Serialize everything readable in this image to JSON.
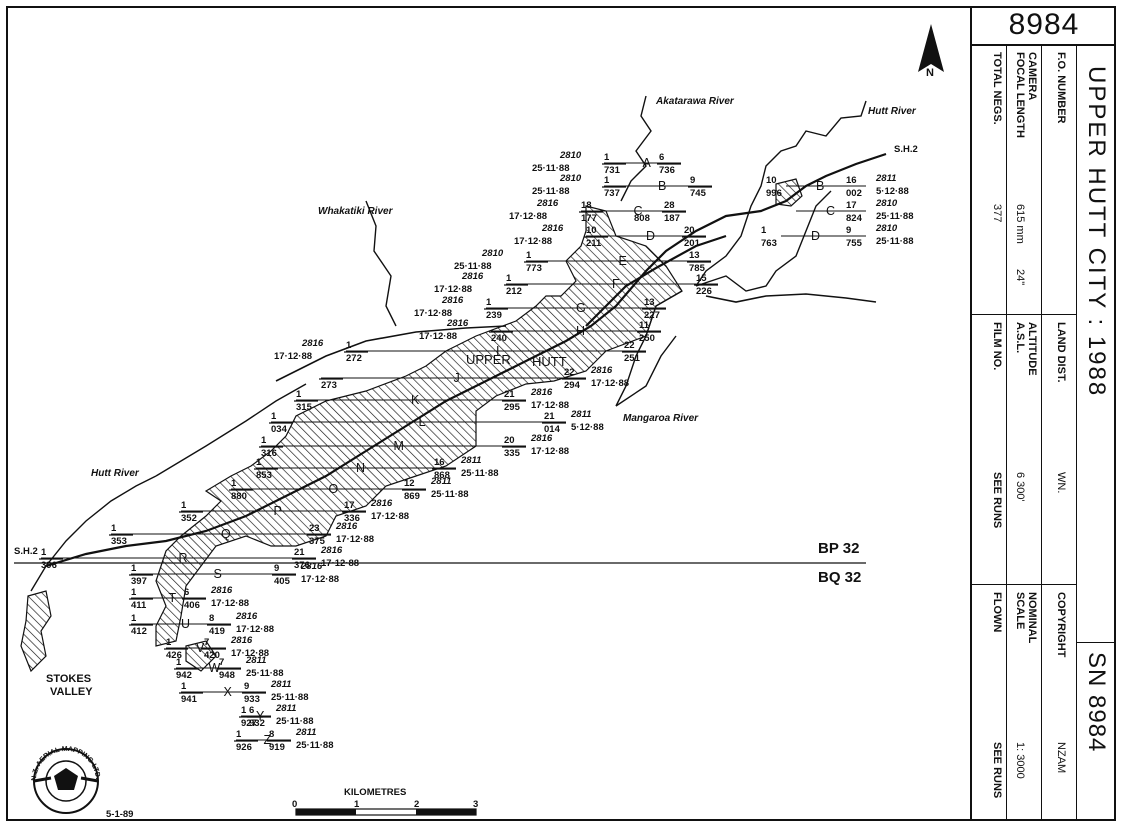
{
  "map": {
    "rivers": {
      "akatarawa": "Akatarawa River",
      "hutt_ne": "Hutt River",
      "whakatiki": "Whakatiki River",
      "mangaroa": "Mangaroa River",
      "hutt_sw": "Hutt River"
    },
    "roads": {
      "sh2_east": "S.H.2",
      "sh2_west": "S.H.2"
    },
    "places": {
      "upper": "UPPER",
      "hutt": "HUTT",
      "stokes1": "STOKES",
      "stokes2": "VALLEY"
    },
    "north": "N",
    "lines": {
      "bp": "BP 32",
      "bq": "BQ 32"
    },
    "scale": {
      "title": "KILOMETRES",
      "ticks": [
        "0",
        "1",
        "2",
        "3"
      ]
    },
    "date": "5-1-89",
    "logo_text": "N.Z. AERIAL MAPPING LTD."
  },
  "runs": [
    {
      "letter": "A",
      "s1": "1",
      "s2": "731",
      "e1": "6",
      "e2": "736",
      "film": "2810",
      "date": "25·11·88"
    },
    {
      "letter": "B",
      "s1": "1",
      "s2": "737",
      "e1": "9",
      "e2": "745",
      "film": "2810",
      "date": "25·11·88"
    },
    {
      "letter": "C",
      "s1": "18",
      "s2": "177",
      "e1": "28",
      "e2": "187",
      "film": "2816",
      "date": "17·12·88",
      "mid": "808"
    },
    {
      "letter": "D",
      "s1": "10",
      "s2": "211",
      "e1": "20",
      "e2": "201",
      "film": "2816",
      "date": "17·12·88"
    },
    {
      "letter": "E",
      "s1": "1",
      "s2": "773",
      "e1": "13",
      "e2": "785",
      "film": "2810",
      "date": "25·11·88"
    },
    {
      "letter": "F",
      "s1": "1",
      "s2": "212",
      "e1": "15",
      "e2": "226",
      "film": "2816",
      "date": "17·12·88"
    },
    {
      "letter": "G",
      "s1": "1",
      "s2": "239",
      "e1": "13",
      "e2": "227",
      "film": "2816",
      "date": "17·12·88"
    },
    {
      "letter": "H",
      "s1": "",
      "s2": "240",
      "e1": "11",
      "e2": "250",
      "film": "2816",
      "date": "17·12·88"
    },
    {
      "letter": "I",
      "s1": "1",
      "s2": "272",
      "e1": "22",
      "e2": "251",
      "film": "2816",
      "date": "17·12·88"
    },
    {
      "letter": "J",
      "s1": "",
      "s2": "273",
      "e1": "22",
      "e2": "294",
      "film": "2816",
      "date": "17·12·88"
    },
    {
      "letter": "K",
      "s1": "1",
      "s2": "315",
      "e1": "21",
      "e2": "295",
      "film": "2816",
      "date": "17·12·88"
    },
    {
      "letter": "L",
      "s1": "1",
      "s2": "034",
      "e1": "21",
      "e2": "014",
      "film": "2811",
      "date": "5·12·88"
    },
    {
      "letter": "M",
      "s1": "1",
      "s2": "316",
      "e1": "20",
      "e2": "335",
      "film": "2816",
      "date": "17·12·88"
    },
    {
      "letter": "N",
      "s1": "1",
      "s2": "853",
      "e1": "16",
      "e2": "868",
      "film": "2811",
      "date": "25·11·88"
    },
    {
      "letter": "O",
      "s1": "1",
      "s2": "880",
      "e1": "12",
      "e2": "869",
      "film": "2811",
      "date": "25·11·88"
    },
    {
      "letter": "P",
      "s1": "1",
      "s2": "352",
      "e1": "17",
      "e2": "336",
      "film": "2816",
      "date": "17·12·88"
    },
    {
      "letter": "Q",
      "s1": "1",
      "s2": "353",
      "e1": "23",
      "e2": "375",
      "film": "2816",
      "date": "17·12·88"
    },
    {
      "letter": "R",
      "s1": "1",
      "s2": "396",
      "e1": "21",
      "e2": "376",
      "film": "2816",
      "date": "17·12·88"
    },
    {
      "letter": "S",
      "s1": "1",
      "s2": "397",
      "e1": "9",
      "e2": "405",
      "film": "2816",
      "date": "17·12·88"
    },
    {
      "letter": "T",
      "s1": "1",
      "s2": "411",
      "e1": "6",
      "e2": "406",
      "film": "2816",
      "date": "17·12·88"
    },
    {
      "letter": "U",
      "s1": "1",
      "s2": "412",
      "e1": "8",
      "e2": "419",
      "film": "2816",
      "date": "17·12·88"
    },
    {
      "letter": "V",
      "s1": "1",
      "s2": "426",
      "e1": "7",
      "e2": "420",
      "film": "2816",
      "date": "17·12·88"
    },
    {
      "letter": "W",
      "s1": "1",
      "s2": "942",
      "e1": "7",
      "e2": "948",
      "film": "2811",
      "date": "25·11·88"
    },
    {
      "letter": "X",
      "s1": "1",
      "s2": "941",
      "e1": "9",
      "e2": "933",
      "film": "2811",
      "date": "25·11·88"
    },
    {
      "letter": "Y",
      "s1": "1",
      "s2": "927",
      "e1": "6",
      "e2": "932",
      "film": "2811",
      "date": "25·11·88"
    },
    {
      "letter": "Z",
      "s1": "1",
      "s2": "926",
      "e1": "8",
      "e2": "919",
      "film": "2811",
      "date": "25·11·88"
    }
  ],
  "east_runs": [
    {
      "letter": "B",
      "s1": "10",
      "s2": "996",
      "e1": "16",
      "e2": "002",
      "film": "2811",
      "date": "5·12·88"
    },
    {
      "letter": "C",
      "s1": "",
      "s2": "",
      "e1": "17",
      "e2": "824",
      "film": "2810",
      "date": "25·11·88"
    },
    {
      "letter": "D",
      "s1": "1",
      "s2": "763",
      "e1": "9",
      "e2": "755",
      "film": "2810",
      "date": "25·11·88"
    }
  ],
  "title_block": {
    "sn_top": "8984",
    "title": "UPPER HUTT CITY : 1988",
    "sn_bottom": "SN 8984",
    "fo_label": "F.O. NUMBER",
    "land_label": "LAND DIST.",
    "land_value": "WN.",
    "copyright_label": "COPYRIGHT",
    "copyright_value": "NZAM",
    "camera_label1": "CAMERA",
    "camera_label2": "FOCAL LENGTH",
    "camera_value1": "615 mm",
    "camera_value2": "24\"",
    "altitude_label1": "ALTITUDE",
    "altitude_label2": "A.S.L.",
    "altitude_value": "6 300'",
    "scale_label1": "NOMINAL",
    "scale_label2": "SCALE",
    "scale_value": "1: 3000",
    "negs_label": "TOTAL NEGS.",
    "negs_value": "377",
    "film_label": "FILM NO.",
    "film_value": "SEE RUNS",
    "flown_label": "FLOWN",
    "flown_value": "SEE RUNS"
  }
}
